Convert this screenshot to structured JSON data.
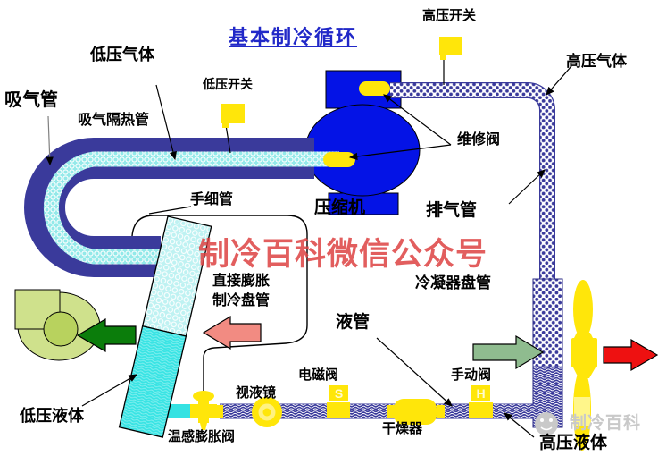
{
  "title": "基本制冷循环",
  "watermark": "制冷百科微信公众号",
  "logo_text": "制冷百科",
  "labels": {
    "suction_pipe": "吸气管",
    "low_pressure_gas": "低压气体",
    "suction_insulated_pipe": "吸气隔热管",
    "low_pressure_switch": "低压开关",
    "high_pressure_switch": "高压开关",
    "high_pressure_gas": "高压气体",
    "service_valve": "维修阀",
    "compressor": "压缩机",
    "discharge_pipe": "排气管",
    "capillary_tube": "手细管",
    "dx_coil_line1": "直接膨胀",
    "dx_coil_line2": "制冷盘管",
    "condenser_coil": "冷凝器盘管",
    "liquid_pipe": "液管",
    "solenoid_valve": "电磁阀",
    "sight_glass": "视液镜",
    "manual_valve": "手动阀",
    "dryer": "干燥器",
    "thermal_expansion_valve": "温感膨胀阀",
    "low_pressure_liquid": "低压液体",
    "high_pressure_liquid": "高压液体"
  },
  "valve_badges": {
    "solenoid": "S",
    "manual": "H"
  },
  "colors": {
    "title_blue": "#2128c8",
    "watermark_red": "#dd4343",
    "pipe_navy": "#3a3a9b",
    "core_cyan": "#93e9e9",
    "compressor_blue": "#0413e6",
    "component_yellow": "#ffe60a",
    "evaporator_cyan": "#38e4e4",
    "blower_green": "#cfe18c",
    "arrow_dark_green": "#0b7d0b",
    "arrow_sage_green": "#8fbc8f",
    "arrow_red": "#ee1111",
    "arrow_pink": "#f28b82",
    "logo_gray": "#c9c9c9"
  }
}
